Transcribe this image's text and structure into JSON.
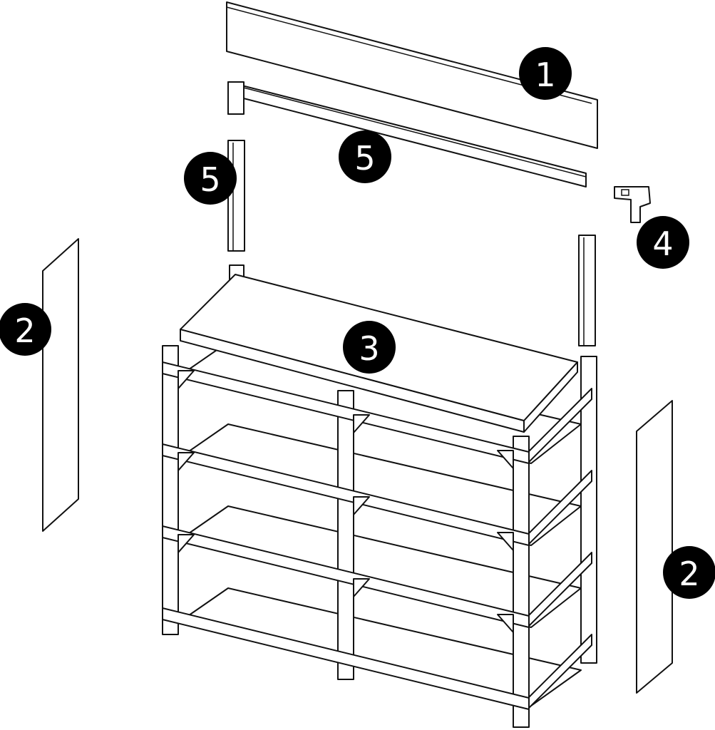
{
  "diagram": {
    "type": "exploded-assembly",
    "callouts": [
      {
        "id": "c1",
        "label": "1",
        "part": "top-board"
      },
      {
        "id": "c5a",
        "label": "5",
        "part": "top-crossbar"
      },
      {
        "id": "c5b",
        "label": "5",
        "part": "upright-posts"
      },
      {
        "id": "c4",
        "label": "4",
        "part": "corner-connector"
      },
      {
        "id": "c2a",
        "label": "2",
        "part": "left-side-panel"
      },
      {
        "id": "c3",
        "label": "3",
        "part": "shelf-top-board"
      },
      {
        "id": "c2b",
        "label": "2",
        "part": "right-side-panel"
      }
    ],
    "colors": {
      "line": "#111111",
      "callout": "#000000",
      "background": "#ffffff"
    }
  }
}
